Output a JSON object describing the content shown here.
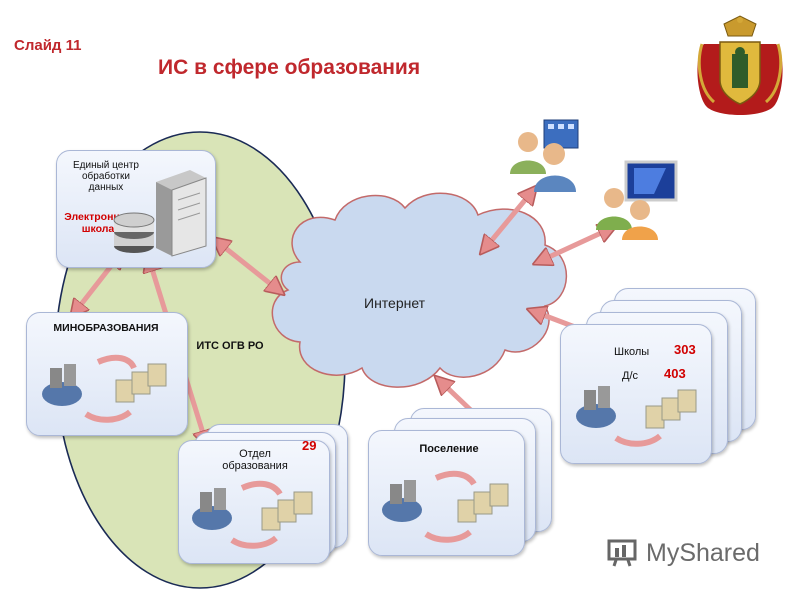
{
  "slide": {
    "label": "Слайд 11",
    "title": "ИС в сфере образования"
  },
  "nodes": {
    "center": {
      "label": "Единый центр обработки данных",
      "database_label": "Электронная школа"
    },
    "ministry": {
      "label": "МИНОБРАЗОВАНИЯ"
    },
    "network": {
      "label": "ИТС ОГВ РО"
    },
    "internet": {
      "label": "Интернет"
    },
    "education_dept": {
      "label": "Отдел образования",
      "count": "29"
    },
    "settlement": {
      "label": "Поселение"
    },
    "schools": {
      "label": "Школы",
      "count": "303",
      "kindergartens_label": "Д/с",
      "kindergartens_count": "403"
    }
  },
  "watermark": {
    "text": "MyShared"
  },
  "colors": {
    "title": "#c0282d",
    "accent_red": "#d10000",
    "network_zone": "#d9e4b7",
    "cloud": "#c9d9ef",
    "arrow": "#e79a9a"
  },
  "icons": [
    "coat-of-arms-icon",
    "server-icon",
    "database-icon",
    "users-building-icon",
    "users-computer-icon",
    "workstation-icon",
    "cycle-arrow-icon"
  ]
}
